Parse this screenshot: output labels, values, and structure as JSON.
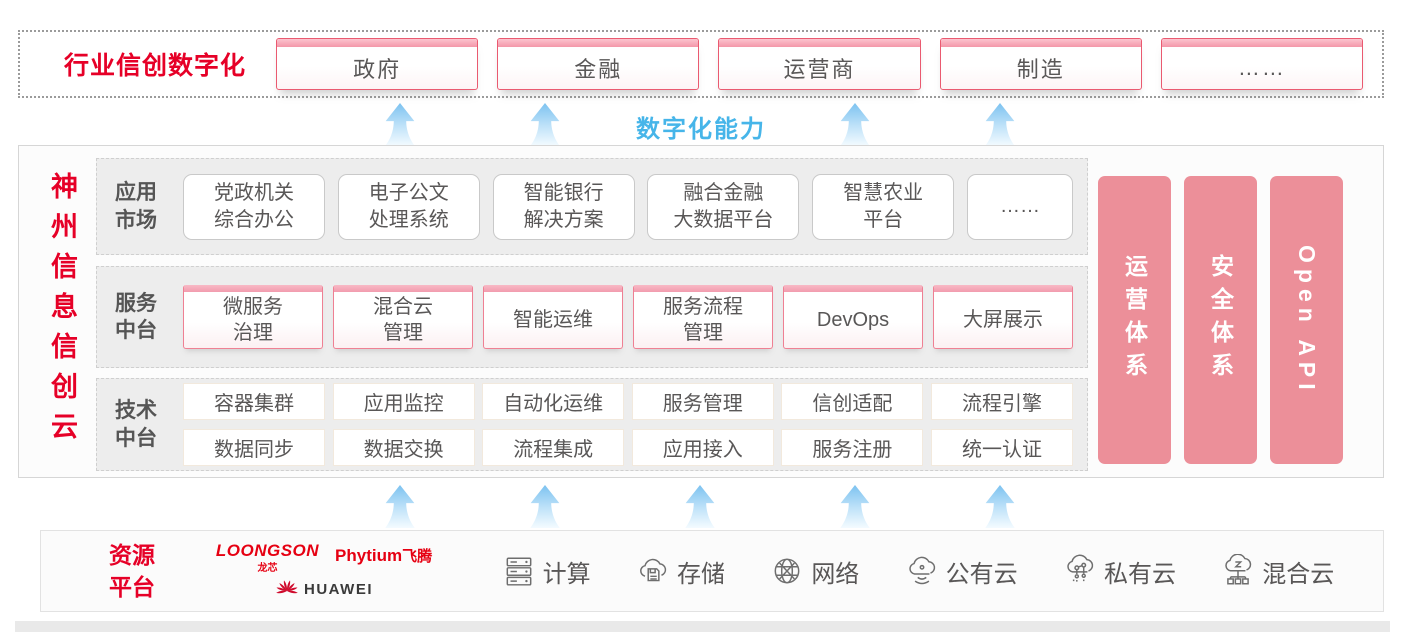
{
  "colors": {
    "title_red": "#e60027",
    "capability_blue": "#46b5e9",
    "pillar_pink": "#ec8f99",
    "card_border_pink": "#ef8093",
    "body_text": "#595757"
  },
  "top": {
    "title": "行业信创数字化",
    "industries": [
      "政府",
      "金融",
      "运营商",
      "制造",
      "……"
    ]
  },
  "capability_label": "数字化能力",
  "main": {
    "side_title": "神州信息信创云",
    "rows": [
      {
        "label_lines": [
          "应用",
          "市场"
        ],
        "cards": [
          [
            "党政机关",
            "综合办公"
          ],
          [
            "电子公文",
            "处理系统"
          ],
          [
            "智能银行",
            "解决方案"
          ],
          [
            "融合金融",
            "大数据平台"
          ],
          [
            "智慧农业",
            "平台"
          ],
          [
            "……"
          ]
        ]
      },
      {
        "label_lines": [
          "服务",
          "中台"
        ],
        "cards": [
          [
            "微服务",
            "治理"
          ],
          [
            "混合云",
            "管理"
          ],
          [
            "智能运维"
          ],
          [
            "服务流程",
            "管理"
          ],
          [
            "DevOps"
          ],
          [
            "大屏展示"
          ]
        ]
      },
      {
        "label_lines": [
          "技术",
          "中台"
        ],
        "cards_row1": [
          "容器集群",
          "应用监控",
          "自动化运维",
          "服务管理",
          "信创适配",
          "流程引擎"
        ],
        "cards_row2": [
          "数据同步",
          "数据交换",
          "流程集成",
          "应用接入",
          "服务注册",
          "统一认证"
        ]
      }
    ],
    "pillars": [
      "运营体系",
      "安全体系",
      "Open API"
    ]
  },
  "resource": {
    "title_lines": [
      "资源",
      "平台"
    ],
    "logos": {
      "loongson": "LOONGSON",
      "loongson_sub": "龙芯",
      "phytium": "Phytium",
      "phytium_sub": "飞腾",
      "huawei": "HUAWEI"
    },
    "items": [
      "计算",
      "存储",
      "网络",
      "公有云",
      "私有云",
      "混合云"
    ]
  }
}
